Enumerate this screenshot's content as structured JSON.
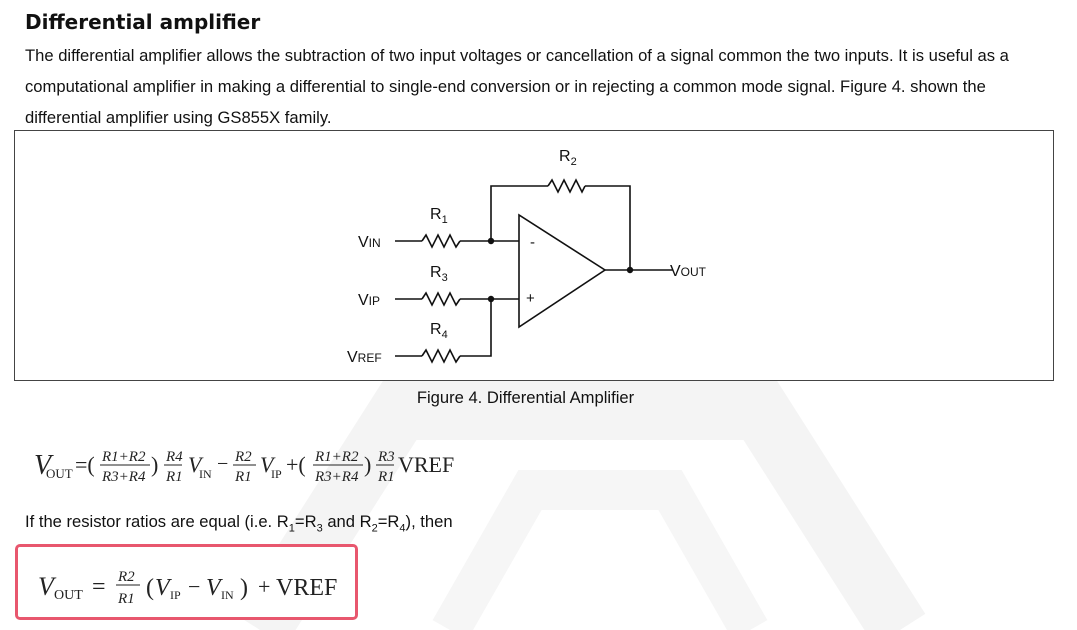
{
  "heading": "Differential amplifier",
  "paragraph": "The differential amplifier allows the subtraction of two input voltages or cancellation of a signal common the two inputs. It is useful as a computational amplifier in making a differential to single-end conversion or in rejecting a common mode signal. Figure 4. shown the differential amplifier using GS855X family.",
  "circuit": {
    "r1": "R",
    "r1_sub": "1",
    "r2": "R",
    "r2_sub": "2",
    "r3": "R",
    "r3_sub": "3",
    "r4": "R",
    "r4_sub": "4",
    "vin": "V",
    "vin_sub": "IN",
    "vip": "V",
    "vip_sub": "IP",
    "vref": "V",
    "vref_sub": "REF",
    "vout": "V",
    "vout_sub": "OUT",
    "minus": "-",
    "plus": "+"
  },
  "caption": "Figure 4. Differential Amplifier",
  "equation1": {
    "lhs": "V",
    "lhs_sub": "OUT",
    "eq": "=(",
    "f1_num": "R1+R2",
    "f1_den": "R3+R4",
    "close1": ")",
    "f2_num": "R4",
    "f2_den": "R1",
    "v_in": "V",
    "v_in_sub": "IN",
    "minus": "−",
    "f3_num": "R2",
    "f3_den": "R1",
    "v_ip": "V",
    "v_ip_sub": "IP",
    "plus_open": "+(",
    "f4_num": "R1+R2",
    "f4_den": "R3+R4",
    "close2": ")",
    "f5_num": "R3",
    "f5_den": "R1",
    "v_ref": "VREF"
  },
  "condition": {
    "prefix": "If the resistor ratios are equal (i.e. R",
    "s1": "1",
    "eq_a": "=R",
    "s3": "3",
    "and": " and R",
    "s2": "2",
    "eq_b": "=R",
    "s4": "4",
    "suffix": "), then"
  },
  "equation2": {
    "lhs": "V",
    "lhs_sub": "OUT",
    "eq": "=",
    "num": "R2",
    "den": "R1",
    "open": "(",
    "v_ip": "V",
    "v_ip_sub": "IP",
    "minus": "−",
    "v_in": "V",
    "v_in_sub": "IN",
    "close": ")",
    "plus": "+",
    "v_ref": "VREF"
  }
}
